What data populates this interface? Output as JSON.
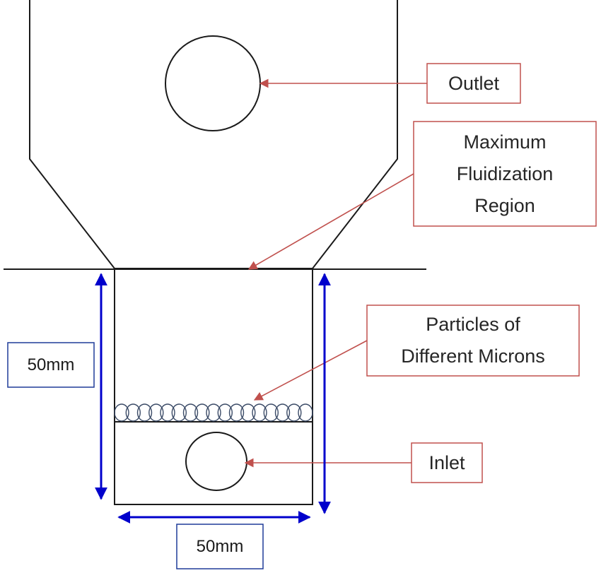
{
  "labels": {
    "outlet": "Outlet",
    "max_fluid": [
      "Maximum",
      "Fluidization",
      "Region"
    ],
    "particles": [
      "Particles of",
      "Different Microns"
    ],
    "inlet": "Inlet"
  },
  "dimensions": {
    "height": "50mm",
    "width": "50mm"
  },
  "colors": {
    "outline": "#1a1a1a",
    "callout": "#c0504d",
    "dimension": "#0000cc",
    "dim_box": "#1f3b99"
  }
}
